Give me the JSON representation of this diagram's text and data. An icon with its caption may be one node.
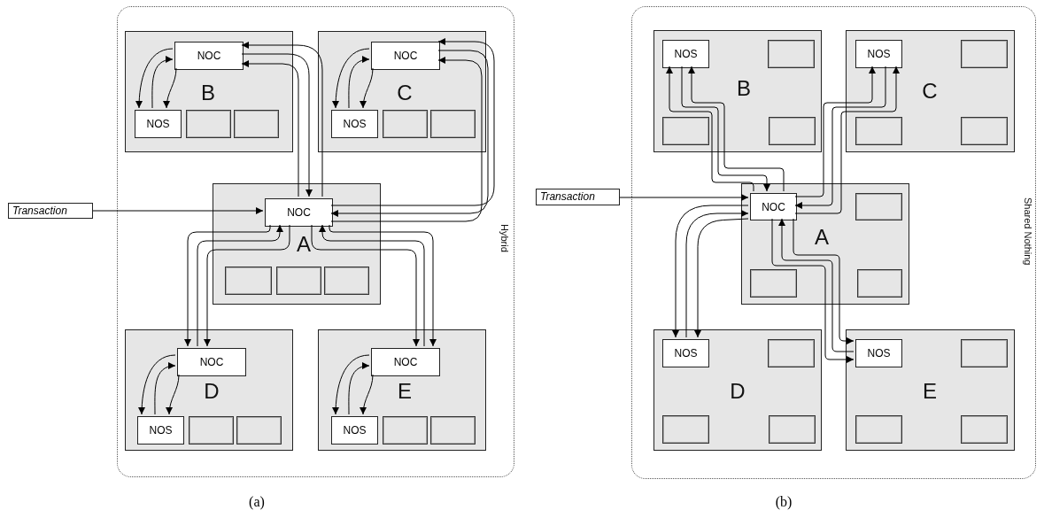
{
  "diagram": {
    "nodes": [
      {
        "text": [
          "Hybrid"
        ]
      },
      {
        "text": [
          "Transaction"
        ]
      },
      {
        "text": [
          "B"
        ],
        "in": 0
      },
      {
        "text": [
          "NOC"
        ],
        "in": 2
      },
      {
        "text": [
          "NOS"
        ],
        "in": 2
      },
      {
        "text": [],
        "shape": "box",
        "in": 2
      },
      {
        "text": [],
        "shape": "box",
        "in": 2
      },
      {
        "text": [
          "C"
        ],
        "in": 0
      },
      {
        "text": [
          "NOC"
        ],
        "in": 7
      },
      {
        "text": [
          "NOS"
        ],
        "in": 7
      },
      {
        "text": [],
        "shape": "box",
        "in": 7
      },
      {
        "text": [],
        "shape": "box",
        "in": 7
      },
      {
        "text": [
          "A"
        ],
        "in": 0
      },
      {
        "text": [
          "NOC"
        ],
        "in": 12
      },
      {
        "text": [],
        "shape": "box",
        "in": 12
      },
      {
        "text": [],
        "shape": "box",
        "in": 12
      },
      {
        "text": [],
        "shape": "box",
        "in": 12
      },
      {
        "text": [
          "D"
        ],
        "in": 0
      },
      {
        "text": [
          "NOC"
        ],
        "in": 17
      },
      {
        "text": [
          "NOS"
        ],
        "in": 17
      },
      {
        "text": [],
        "shape": "box",
        "in": 17
      },
      {
        "text": [],
        "shape": "box",
        "in": 17
      },
      {
        "text": [
          "E"
        ],
        "in": 0
      },
      {
        "text": [
          "NOC"
        ],
        "in": 22
      },
      {
        "text": [
          "NOS"
        ],
        "in": 22
      },
      {
        "text": [],
        "shape": "box",
        "in": 22
      },
      {
        "text": [],
        "shape": "box",
        "in": 22
      },
      {
        "text": [
          "Shared Nothing"
        ]
      },
      {
        "text": [
          "Transaction"
        ]
      },
      {
        "text": [
          "B"
        ],
        "in": 27
      },
      {
        "text": [
          "NOS"
        ],
        "in": 29
      },
      {
        "text": [],
        "shape": "box",
        "in": 29
      },
      {
        "text": [],
        "shape": "box",
        "in": 29
      },
      {
        "text": [],
        "shape": "box",
        "in": 29
      },
      {
        "text": [
          "C"
        ],
        "in": 27
      },
      {
        "text": [
          "NOS"
        ],
        "in": 34
      },
      {
        "text": [],
        "shape": "box",
        "in": 34
      },
      {
        "text": [],
        "shape": "box",
        "in": 34
      },
      {
        "text": [],
        "shape": "box",
        "in": 34
      },
      {
        "text": [
          "A"
        ],
        "in": 27
      },
      {
        "text": [
          "NOC"
        ],
        "in": 39
      },
      {
        "text": [],
        "shape": "box",
        "in": 39
      },
      {
        "text": [],
        "shape": "box",
        "in": 39
      },
      {
        "text": [],
        "shape": "box",
        "in": 39
      },
      {
        "text": [
          "D"
        ],
        "in": 27
      },
      {
        "text": [
          "NOS"
        ],
        "in": 44
      },
      {
        "text": [],
        "shape": "box",
        "in": 44
      },
      {
        "text": [],
        "shape": "box",
        "in": 44
      },
      {
        "text": [],
        "shape": "box",
        "in": 44
      },
      {
        "text": [
          "E"
        ],
        "in": 27
      },
      {
        "text": [
          "NOS"
        ],
        "in": 49
      },
      {
        "text": [],
        "shape": "box",
        "in": 49
      },
      {
        "text": [],
        "shape": "box",
        "in": 49
      },
      {
        "text": [],
        "shape": "box",
        "in": 49
      }
    ],
    "edges": [
      {
        "from": 1,
        "to": 13,
        "arrow": "to"
      },
      {
        "from": 3,
        "to": 4,
        "arrow": "to"
      },
      {
        "from": 4,
        "to": 3,
        "arrow": "to"
      },
      {
        "from": 3,
        "to": 4,
        "arrow": "to"
      },
      {
        "from": 8,
        "to": 9,
        "arrow": "to"
      },
      {
        "from": 9,
        "to": 8,
        "arrow": "to"
      },
      {
        "from": 8,
        "to": 9,
        "arrow": "to"
      },
      {
        "from": 18,
        "to": 19,
        "arrow": "to"
      },
      {
        "from": 19,
        "to": 18,
        "arrow": "to"
      },
      {
        "from": 18,
        "to": 19,
        "arrow": "to"
      },
      {
        "from": 23,
        "to": 24,
        "arrow": "to"
      },
      {
        "from": 24,
        "to": 23,
        "arrow": "to"
      },
      {
        "from": 23,
        "to": 24,
        "arrow": "to"
      },
      {
        "from": 13,
        "to": 3,
        "arrow": "to"
      },
      {
        "from": 3,
        "to": 13,
        "arrow": "to"
      },
      {
        "from": 13,
        "to": 3,
        "arrow": "to"
      },
      {
        "from": 13,
        "to": 8,
        "arrow": "to"
      },
      {
        "from": 8,
        "to": 13,
        "arrow": "to"
      },
      {
        "from": 13,
        "to": 8,
        "arrow": "to"
      },
      {
        "from": 13,
        "to": 18,
        "arrow": "to"
      },
      {
        "from": 18,
        "to": 13,
        "arrow": "to"
      },
      {
        "from": 13,
        "to": 18,
        "arrow": "to"
      },
      {
        "from": 13,
        "to": 23,
        "arrow": "to"
      },
      {
        "from": 23,
        "to": 13,
        "arrow": "to"
      },
      {
        "from": 13,
        "to": 23,
        "arrow": "to"
      },
      {
        "from": 28,
        "to": 40,
        "arrow": "to"
      },
      {
        "from": 40,
        "to": 30,
        "arrow": "to"
      },
      {
        "from": 30,
        "to": 40,
        "arrow": "to"
      },
      {
        "from": 40,
        "to": 30,
        "arrow": "to"
      },
      {
        "from": 40,
        "to": 35,
        "arrow": "to"
      },
      {
        "from": 35,
        "to": 40,
        "arrow": "to"
      },
      {
        "from": 40,
        "to": 35,
        "arrow": "to"
      },
      {
        "from": 40,
        "to": 45,
        "arrow": "to"
      },
      {
        "from": 45,
        "to": 40,
        "arrow": "to"
      },
      {
        "from": 40,
        "to": 45,
        "arrow": "to"
      },
      {
        "from": 40,
        "to": 50,
        "arrow": "to"
      },
      {
        "from": 50,
        "to": 40,
        "arrow": "to"
      },
      {
        "from": 40,
        "to": 50,
        "arrow": "to"
      }
    ],
    "labels": [
      "(a)",
      "(b)"
    ]
  }
}
